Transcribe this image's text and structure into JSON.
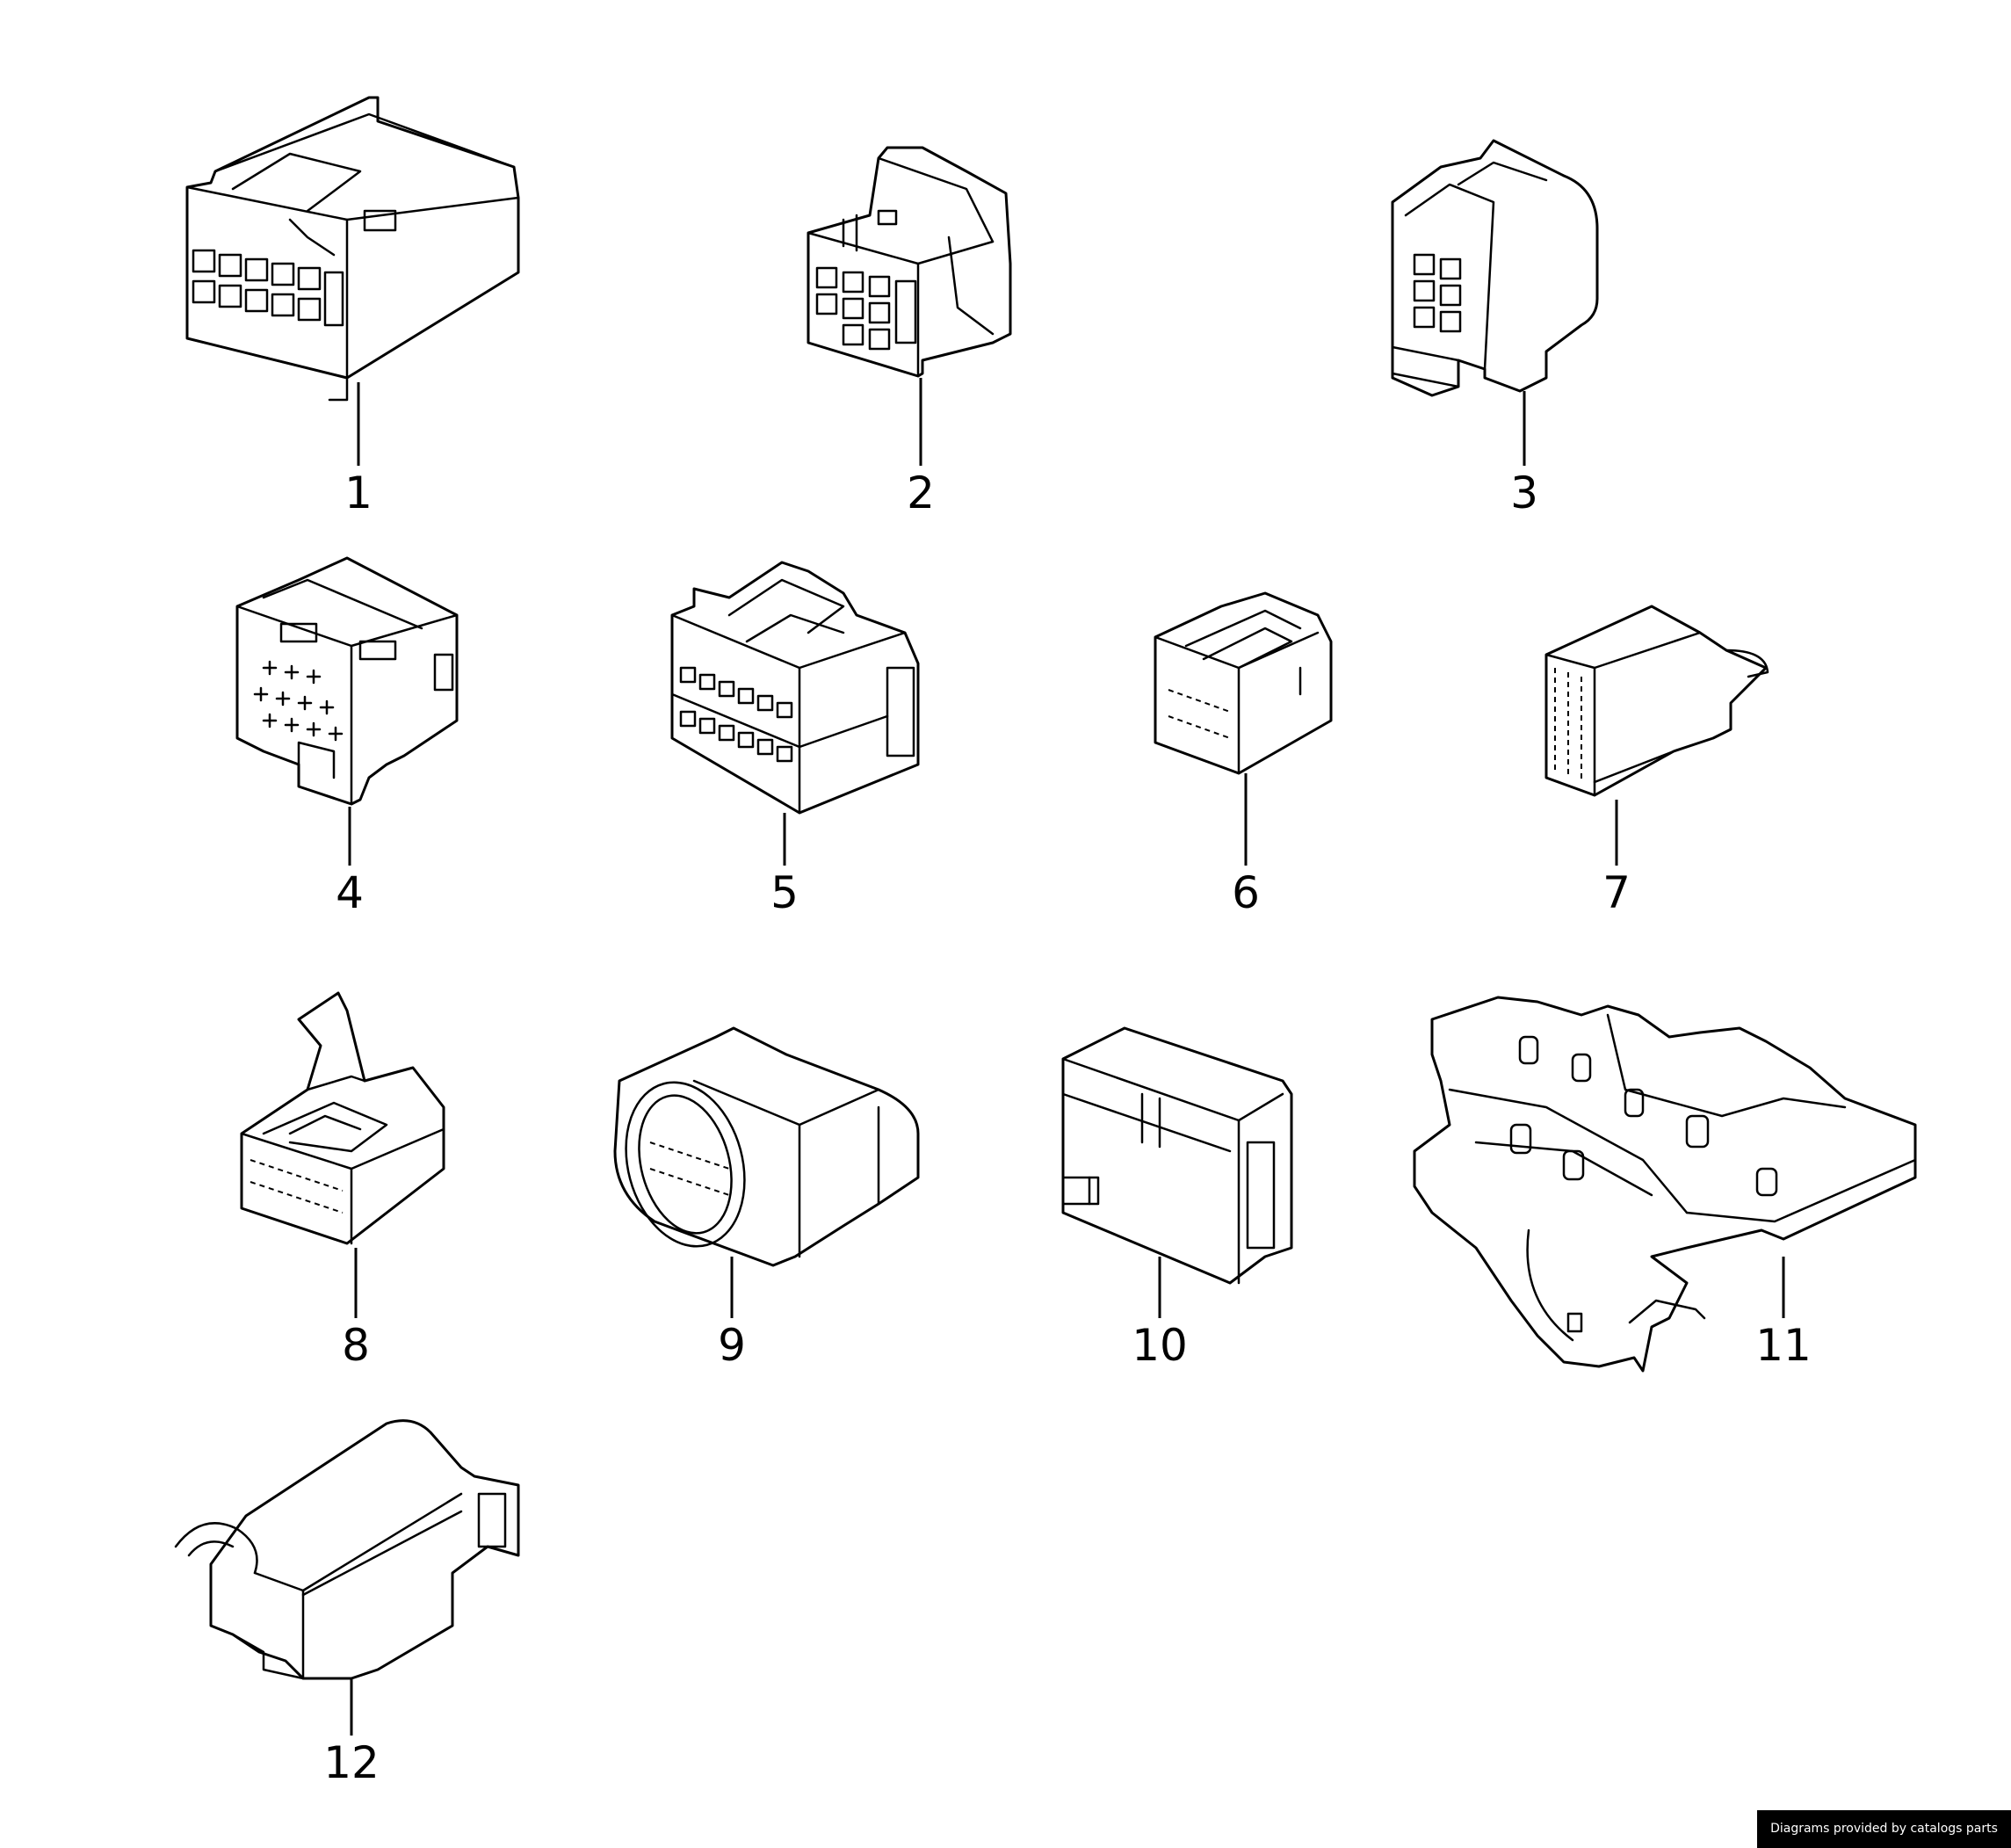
{
  "diagram": {
    "callouts": [
      {
        "id": 1,
        "label": "1"
      },
      {
        "id": 2,
        "label": "2"
      },
      {
        "id": 3,
        "label": "3"
      },
      {
        "id": 4,
        "label": "4"
      },
      {
        "id": 5,
        "label": "5"
      },
      {
        "id": 6,
        "label": "6"
      },
      {
        "id": 7,
        "label": "7"
      },
      {
        "id": 8,
        "label": "8"
      },
      {
        "id": 9,
        "label": "9"
      },
      {
        "id": 10,
        "label": "10"
      },
      {
        "id": 11,
        "label": "11"
      },
      {
        "id": 12,
        "label": "12"
      }
    ]
  },
  "footer": {
    "credit": "Diagrams provided by catalogs parts"
  }
}
